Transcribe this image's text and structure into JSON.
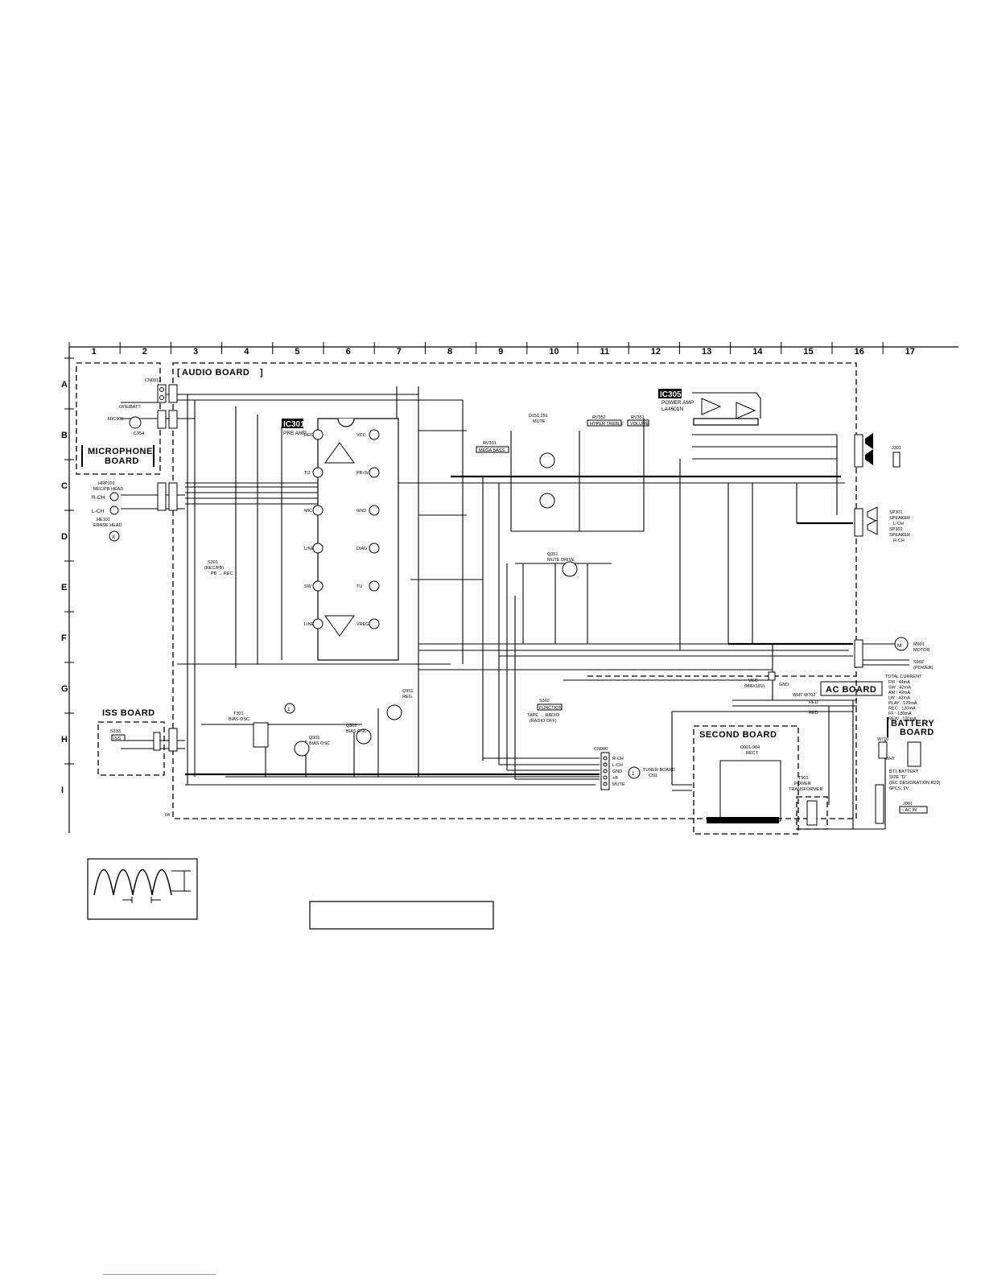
{
  "grid": {
    "columns": [
      "1",
      "2",
      "3",
      "4",
      "5",
      "6",
      "7",
      "8",
      "9",
      "10",
      "11",
      "12",
      "13",
      "14",
      "15",
      "16",
      "17"
    ],
    "rows": [
      "A",
      "B",
      "C",
      "D",
      "E",
      "F",
      "G",
      "H",
      "I"
    ]
  },
  "boards": {
    "audio": "AUDIO BOARD",
    "microphone_1": "MICROPHONE",
    "microphone_2": "BOARD",
    "iss": "ISS BOARD",
    "ac": "AC BOARD",
    "second": "SECOND BOARD",
    "battery_1": "BATTERY",
    "battery_2": "BOARD"
  },
  "ics": {
    "ic301": {
      "name": "IC301",
      "function": "PRE AMP"
    },
    "ic305": {
      "name": "IC305",
      "function": "POWER AMP",
      "part": "LA4601N"
    }
  },
  "ic301_pins": [
    "REC",
    "VCC",
    "TU",
    "PB-IN",
    "MIC",
    "GND",
    "LINE",
    "DIAG",
    "SW",
    "TU",
    "LINE",
    "VREG"
  ],
  "mic_board": {
    "jack": "CN0013",
    "label": "OPE/BATT",
    "mic": "MIC901",
    "part": "C354"
  },
  "heads": {
    "rp": "HRP101",
    "rp_desc": "REC/PB HEAD",
    "r_ch": "R-CH",
    "l_ch": "L-CH",
    "erase": "HE101",
    "erase_desc": "ERASE HEAD"
  },
  "switches": {
    "s301": "S301",
    "s301_desc": "(REC/PB)",
    "s301_pos": "PB → REC",
    "s302": "S302",
    "s302_desc": "FUNCTION",
    "s302_pos": "TAPE → RADIO",
    "s302_pos2": "(RADIO OFF)"
  },
  "controls": {
    "rv301": "RV301",
    "rv301_desc": "MEGA BASS",
    "rv352": "RV352",
    "rv352_desc": "HYPER TREBLE",
    "rv351": "RV351",
    "rv351_desc": "VOLUME",
    "mute": "D151,251",
    "mute_desc": "MUTE"
  },
  "transistors": {
    "q301": "Q301",
    "q301_desc": "BIAS OSC",
    "q302": "Q302",
    "q302_desc": "BIAS OSC",
    "q351": "Q351",
    "q351_desc": "MUTE DRIVE",
    "q951": "Q951",
    "q951_desc": "REG."
  },
  "bias": {
    "t301": "T301",
    "t301_desc": "BIAS OSC"
  },
  "tuner": {
    "connector": "CN900",
    "pins": [
      "R-CH",
      "L-CH",
      "GND",
      "+B",
      "MUTE"
    ],
    "label": "TUNER BOARD",
    "label2": "CN1",
    "ref": "1"
  },
  "speakers": {
    "sp301": "SP301",
    "sp301_desc": "SPEAKER",
    "sp301_ch": "L-CH",
    "sp302": "SP302",
    "sp302_desc": "SPEAKER",
    "sp302_ch": "R-CH",
    "phones": "J301"
  },
  "motor": {
    "m901": "M901",
    "m901_desc": "MOTOR",
    "s902": "S902",
    "s902_desc": "(POWER)",
    "symbol": "M"
  },
  "power": {
    "vcc": "VCC",
    "vcc_desc": "(MAX18V)",
    "gnd": "GND",
    "wires": [
      "WHT W702",
      "RED",
      "RED"
    ],
    "total_current_title": "TOTAL CURRENT",
    "total_current": [
      "FM : 44mA",
      "SW : 42mA",
      "AM : 42mA",
      "LW : 42mA",
      "PLAY : 125mA",
      "REC : 130mA",
      "FF : 130mA",
      "REW : 130mA"
    ],
    "battery_title": "BT1 BATTERY",
    "battery_desc": "SIZE \"D\"",
    "battery_desc2": "(IEC DESIGNATION R20)",
    "battery_desc3": "6PCS, 9V",
    "ac_in": "~ AC IN",
    "ac_jack": "J901",
    "d901": "D901-904",
    "d901_desc": "RECT",
    "t901": "T901",
    "t901_desc": "POWER",
    "t901_desc2": "TRANSFORMER",
    "w710": "W710",
    "wht": "WHT"
  },
  "iss": {
    "switch": "S333",
    "label": "ISS"
  },
  "footer_code": "04"
}
